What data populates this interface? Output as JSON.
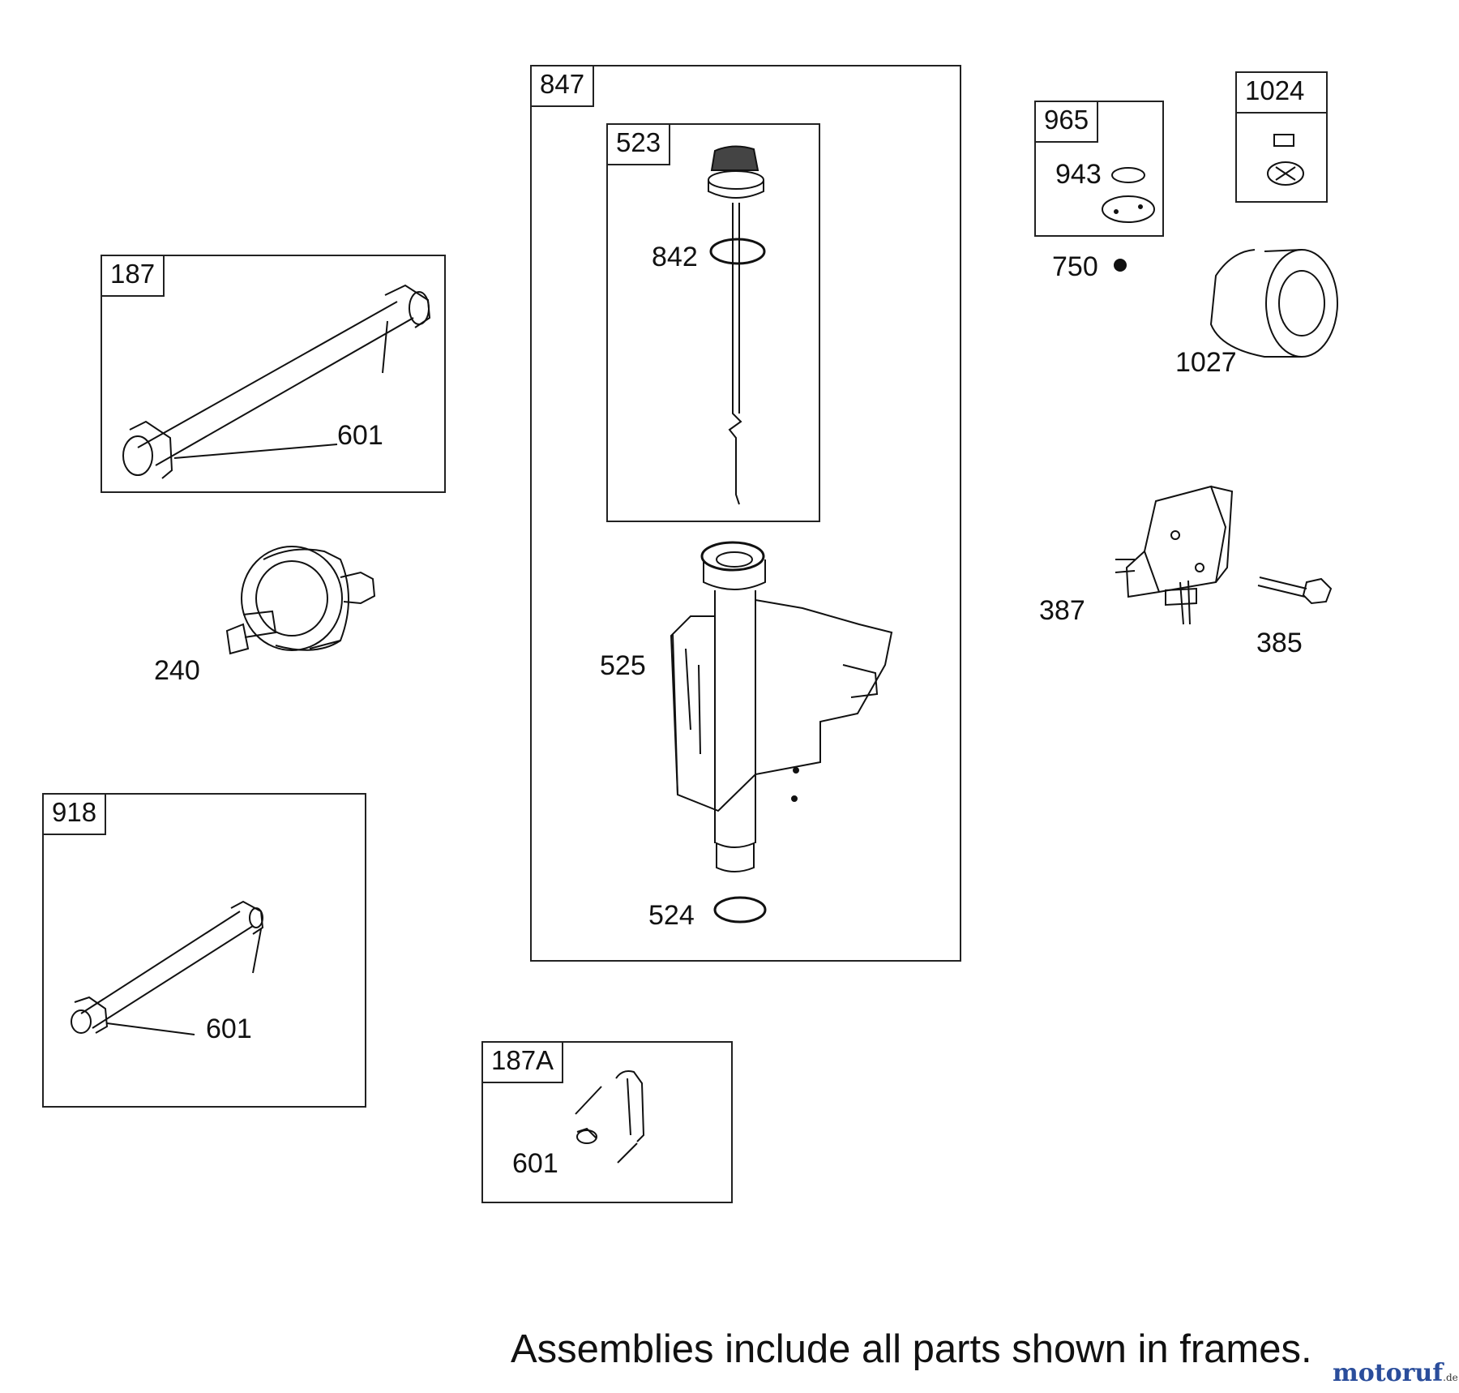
{
  "frames": {
    "f847": "847",
    "f523": "523",
    "f187": "187",
    "f918": "918",
    "f965": "965",
    "f1024": "1024",
    "f187a": "187A"
  },
  "parts": {
    "p842": "842",
    "p525": "525",
    "p524": "524",
    "p601_187": "601",
    "p240": "240",
    "p601_918": "601",
    "p943": "943",
    "p750": "750",
    "p1027": "1027",
    "p387": "387",
    "p385": "385",
    "p601_187a": "601"
  },
  "caption": "Assemblies include all parts shown in frames.",
  "watermark": {
    "name": "motoruf",
    "tld": ".de"
  }
}
